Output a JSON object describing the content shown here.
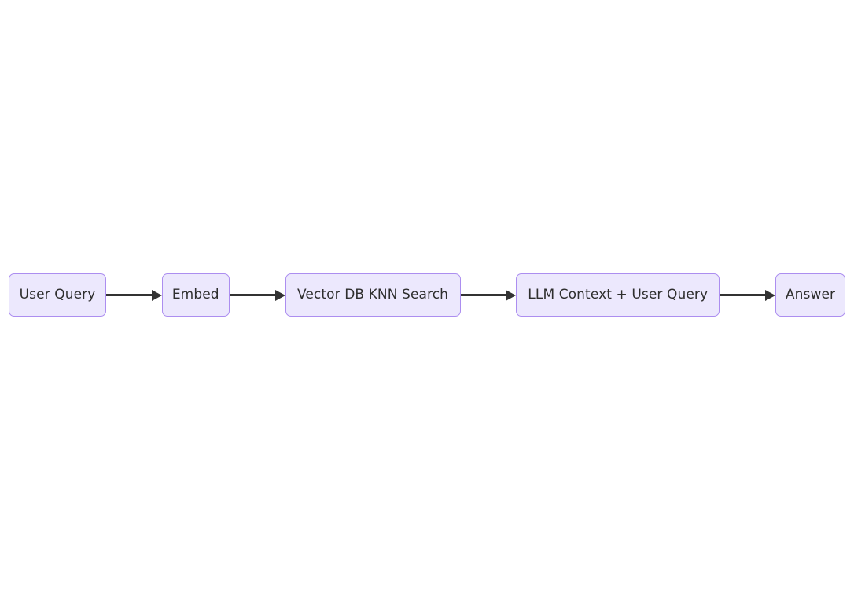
{
  "diagram": {
    "type": "flowchart",
    "direction": "left-to-right",
    "background_color": "#ffffff",
    "node_fill_color": "#ece8fd",
    "node_border_color": "#ac8ef0",
    "node_text_color": "#2e2e2e",
    "edge_color": "#333333",
    "nodes": [
      {
        "id": "user-query",
        "label": "User Query"
      },
      {
        "id": "embed",
        "label": "Embed"
      },
      {
        "id": "vector-db",
        "label": "Vector DB KNN Search"
      },
      {
        "id": "llm-context",
        "label": "LLM Context + User Query"
      },
      {
        "id": "answer",
        "label": "Answer"
      }
    ],
    "edges": [
      {
        "from": "user-query",
        "to": "embed",
        "label": ""
      },
      {
        "from": "embed",
        "to": "vector-db",
        "label": ""
      },
      {
        "from": "vector-db",
        "to": "llm-context",
        "label": ""
      },
      {
        "from": "llm-context",
        "to": "answer",
        "label": ""
      }
    ]
  }
}
